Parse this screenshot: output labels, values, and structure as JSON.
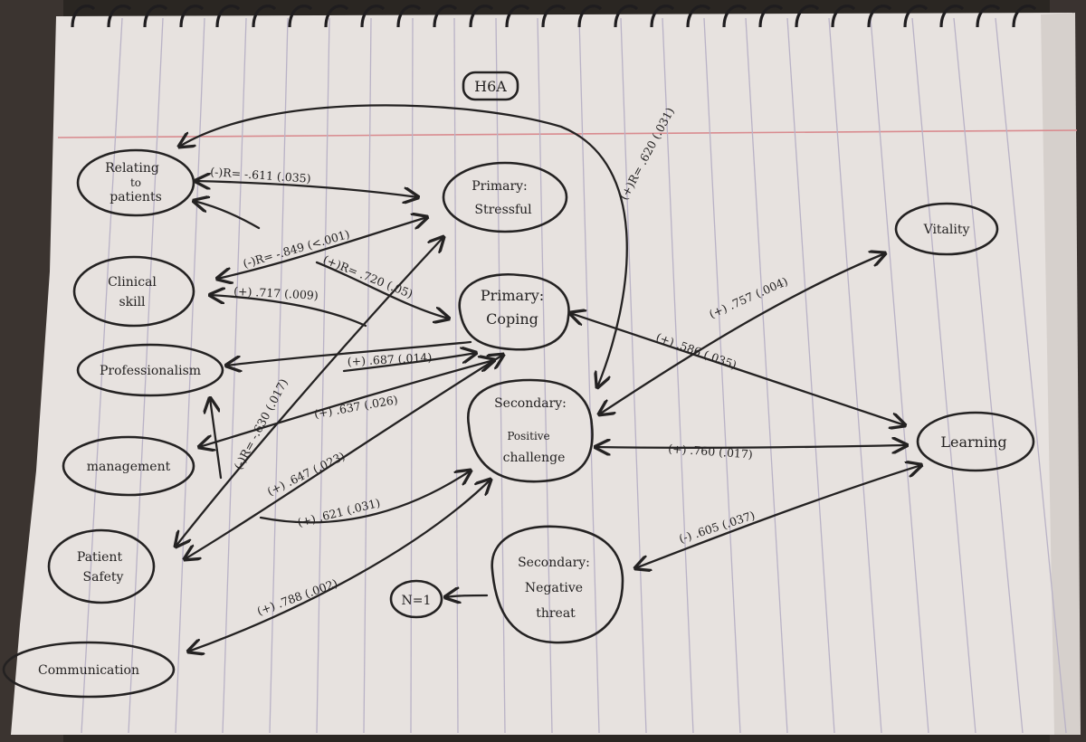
{
  "title": "H6A",
  "nodes": {
    "relating": [
      "Relating",
      "to",
      "patients"
    ],
    "clinical": [
      "Clinical",
      "skill"
    ],
    "professionalism": [
      "Professionalism"
    ],
    "management": [
      "management"
    ],
    "patient_safety": [
      "Patient",
      "Safety"
    ],
    "communication": [
      "Communication"
    ],
    "stressful": [
      "Primary:",
      "Stressful"
    ],
    "coping": [
      "Primary:",
      "Coping"
    ],
    "positive": [
      "Secondary:",
      "Positive",
      "challenge"
    ],
    "negative": [
      "Secondary:",
      "Negative",
      "threat"
    ],
    "vitality": [
      "Vitality"
    ],
    "learning": [
      "Learning"
    ],
    "n1": [
      "N=1"
    ]
  },
  "edge_labels": {
    "relating_stressful": "(-)R= -.611 (.035)",
    "clinical_stressful": "(-)R= -.849 (<.001)",
    "clinical_coping_a": "(+)R= .720 (.05)",
    "clinical_coping_b": "(+) .717 (.009)",
    "prof_coping": "(+) .687 (.014)",
    "mgmt_coping": "(+) .637 (.026)",
    "safety_stressful": "(-)R= -.630 (.017)",
    "safety_coping": "(+) .647 (.023)",
    "safety_positive": "(+) .621 (.031)",
    "comm_positive": "(+) .788 (.002)",
    "relating_positive": "(+)R= .620 (.031)",
    "positive_vitality": "(+) .757 (.004)",
    "coping_learning": "(+) .586 (.035)",
    "positive_learning": "(+) .760 (.017)",
    "negative_learning": "(-) .605 (.037)"
  }
}
